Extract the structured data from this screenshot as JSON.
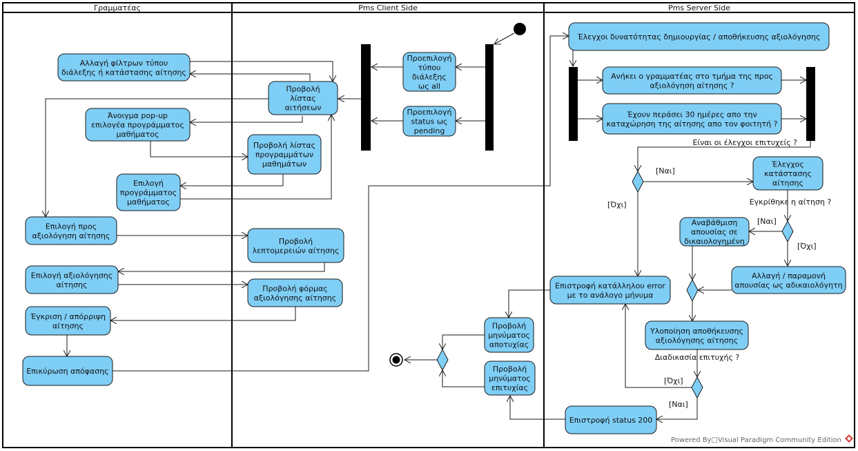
{
  "lanes": [
    {
      "id": "secretary",
      "title": "Γραμματέας"
    },
    {
      "id": "client",
      "title": "Pms Client Side"
    },
    {
      "id": "server",
      "title": "Pms Server Side"
    }
  ],
  "actions": {
    "change_filters": "Αλλαγή φίλτρων τύπου\nδιάλεξης ή κατάστασης αίτησης",
    "open_popup": "Άνοιγμα pop-up\nεπιλογέα προγράμματος\nμαθήματος",
    "select_program": "Επιλογή\nπρογράμματος\nμαθήματος",
    "select_application": "Επιλογή προς\nαξιολόγηση αίτησης",
    "select_evaluation": "Επιλογή αξιολόγησης\nαίτησης",
    "approve_reject": "Έγκριση / απόρριψη\nαίτησης",
    "confirm_decision": "Επικύρωση απόφασης",
    "view_list": "Προβολή\nλίστας\nαιτήσεων",
    "default_type": "Προεπιλογή\nτύπου\nδιάλεξης\nως all",
    "default_status": "Προεπιλογή\nstatus ως\npending",
    "view_programs": "Προβολή λίστας\nπρογραμμάτων\nμαθημάτων",
    "view_details": "Προβολή\nλεπτομερειών αίτησης",
    "view_form": "Προβολή φόρμας\nαξιολόγησης αίτησης",
    "failure_msg": "Προβολή\nμηνύματος\nαποτυχίας",
    "success_msg": "Προβολή\nμηνύματος\nεπιτυχίας",
    "server_checks": "Έλεγχοι δυνατότητας δημιουργίας / αποθήκευσης αξιολόγησης",
    "check_department": "Ανήκει ο γραμματέας στο τμήμα της προς\nαξιολόγηση αίτησης ?",
    "check_30days": "Έχουν περάσει 30 ημέρες απο την\nκαταχώρηση της αίτησης απο τον φοιτητή ?",
    "check_status": "Έλεγχος\nκατάστασης\nαίτησης",
    "upgrade_absence": "Αναβάθμιση\nαπουσίας σε\nδικαιολογημένη",
    "keep_absence": "Αλλαγή / παραμονή\nαπουσίας ως αδικαιολόγητη",
    "return_error": "Επιστροφή κατάλληλου error\nμε το ανάλογο μήνυμα",
    "save_evaluation": "Υλοποίηση αποθήκευσης\nαξιολόγησης αίτησης",
    "return_200": "Επιστροφή status 200"
  },
  "guards": {
    "checks_ok": "Είναι οι έλεγχοι επιτυχείς ?",
    "yes1": "[Ναι]",
    "no1": "[Όχι]",
    "approved_q": "Εγκρίθηκε η αίτηση ?",
    "yes2": "[Ναι]",
    "no2": "[Όχι]",
    "success_q": "Διαδικασία επιτυχής ?",
    "no3": "[Όχι]",
    "yes3": "[Ναι]"
  },
  "footer": {
    "credit": "Powered By□Visual Paradigm Community Edition"
  }
}
